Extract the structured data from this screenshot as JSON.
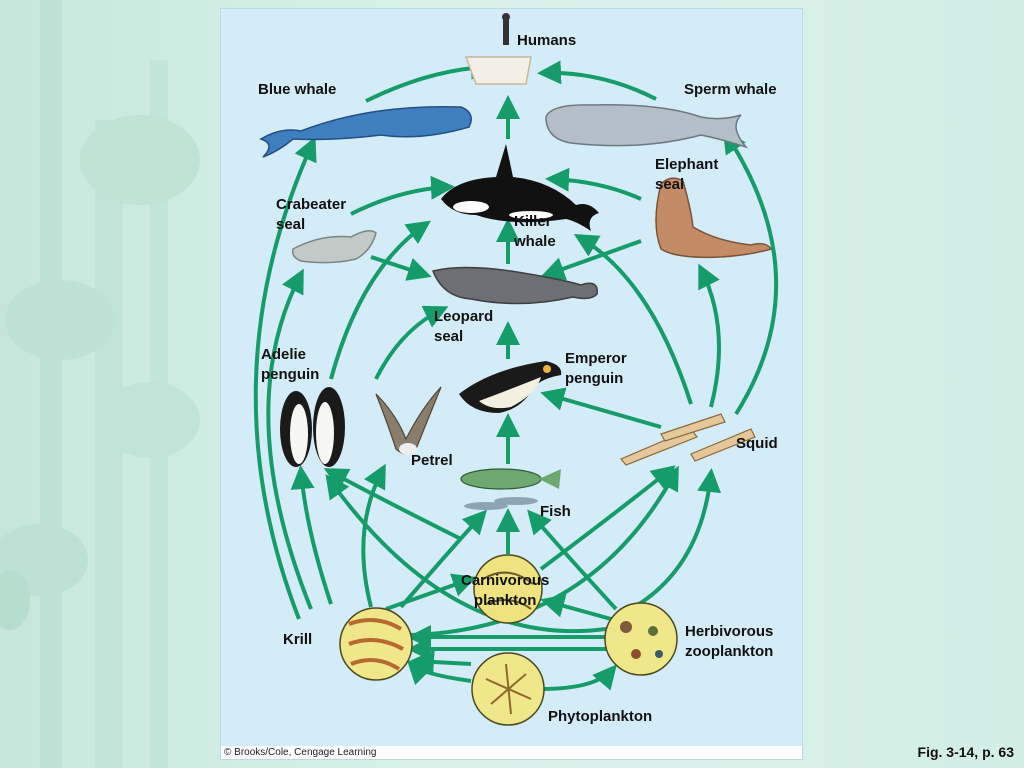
{
  "title": "",
  "nodes": {
    "humans": "Humans",
    "blue_whale": "Blue whale",
    "sperm_whale": "Sperm whale",
    "elephant_seal": "Elephant\n  seal",
    "crabeater_seal": "Crabeater\nseal",
    "killer_whale": "Killer\nwhale",
    "leopard_seal": "Leopard\nseal",
    "adelie_penguin": "Adelie\npenguin",
    "emperor_penguin": "Emperor\npenguin",
    "petrel": "Petrel",
    "squid": "Squid",
    "fish": "Fish",
    "carnivorous_plankton": "Carnivorous\nplankton",
    "krill": "Krill",
    "herbivorous_zooplankton": "Herbivorous\nzooplankton",
    "phytoplankton": "Phytoplankton"
  },
  "copyright": "© Brooks/Cole, Cengage Learning",
  "figure_ref": "Fig. 3-14, p. 63",
  "colors": {
    "arrow": "#169c6a",
    "panel": "#d3ecf8",
    "background": "#d4efe6"
  }
}
